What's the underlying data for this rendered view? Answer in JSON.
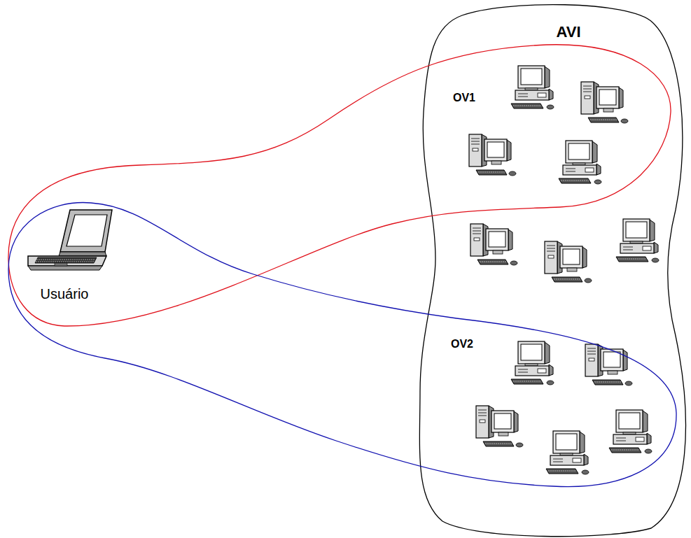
{
  "diagram": {
    "nodes": [
      {
        "text": [
          "AVI"
        ]
      },
      {
        "text": [
          "OV1"
        ]
      },
      {
        "text": [
          "OV2"
        ]
      }
    ],
    "labels": [
      "Usuário"
    ]
  }
}
